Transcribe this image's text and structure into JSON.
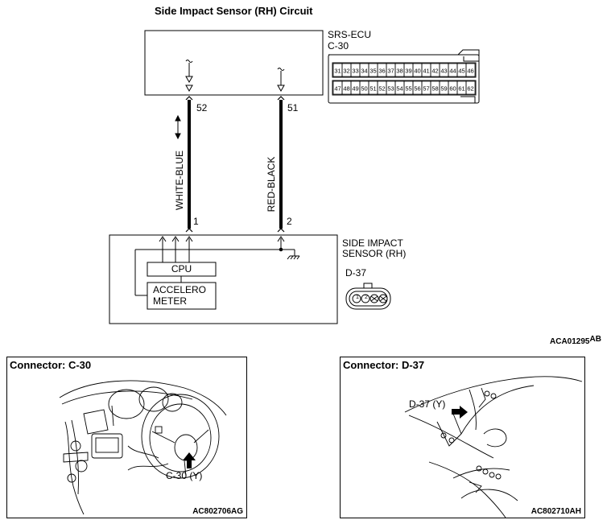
{
  "diagram": {
    "title": "Side Impact Sensor (RH) Circuit",
    "ecu": {
      "name": "SRS-ECU",
      "connector": "C-30",
      "pins_top": [
        "31",
        "32",
        "33",
        "34",
        "35",
        "36",
        "37",
        "38",
        "39",
        "40",
        "41",
        "42",
        "43",
        "44",
        "45",
        "46"
      ],
      "pins_bottom": [
        "47",
        "48",
        "49",
        "50",
        "51",
        "52",
        "53",
        "54",
        "55",
        "56",
        "57",
        "58",
        "59",
        "60",
        "61",
        "62"
      ]
    },
    "wires": [
      {
        "ecu_pin": "52",
        "sensor_pin": "1",
        "color": "WHITE-BLUE"
      },
      {
        "ecu_pin": "51",
        "sensor_pin": "2",
        "color": "RED-BLACK"
      }
    ],
    "sensor": {
      "name_line1": "SIDE IMPACT",
      "name_line2": "SENSOR (RH)",
      "connector": "D-37",
      "cpu_label": "CPU",
      "accel_line1": "ACCELERO",
      "accel_line2": "METER",
      "connector_pins": [
        "1",
        "2"
      ]
    },
    "figure_code": "ACA01295",
    "figure_code_suffix": "AB"
  },
  "panels": [
    {
      "title": "Connector: C-30",
      "callout": "C-30 (Y)",
      "code": "AC802706AG"
    },
    {
      "title": "Connector: D-37",
      "callout": "D-37 (Y)",
      "code": "AC802710AH"
    }
  ]
}
